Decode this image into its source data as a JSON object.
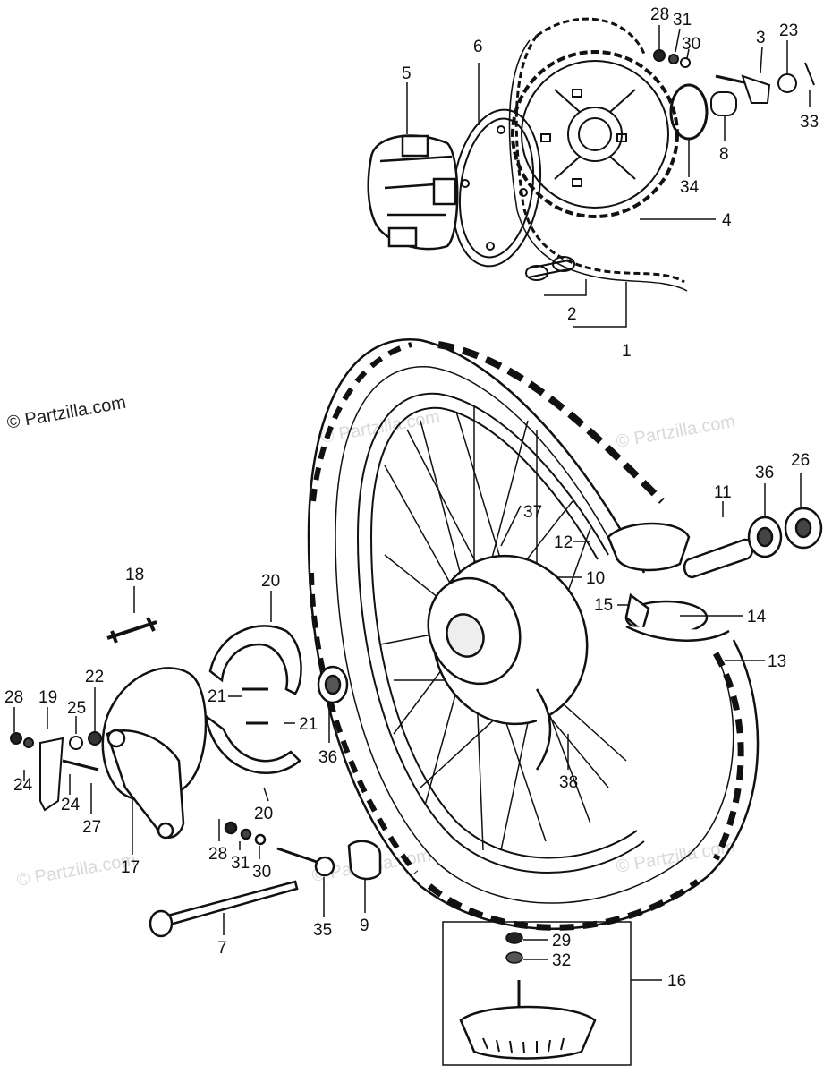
{
  "copyright": "© Partzilla.com",
  "watermark": "© Partzilla.com",
  "callouts": [
    {
      "n": "28"
    },
    {
      "n": "31"
    },
    {
      "n": "30"
    },
    {
      "n": "3"
    },
    {
      "n": "23"
    },
    {
      "n": "33"
    },
    {
      "n": "5"
    },
    {
      "n": "6"
    },
    {
      "n": "8"
    },
    {
      "n": "34"
    },
    {
      "n": "4"
    },
    {
      "n": "2"
    },
    {
      "n": "1"
    },
    {
      "n": "11"
    },
    {
      "n": "36"
    },
    {
      "n": "26"
    },
    {
      "n": "37"
    },
    {
      "n": "12"
    },
    {
      "n": "10"
    },
    {
      "n": "15"
    },
    {
      "n": "14"
    },
    {
      "n": "13"
    },
    {
      "n": "18"
    },
    {
      "n": "20"
    },
    {
      "n": "22"
    },
    {
      "n": "28"
    },
    {
      "n": "19"
    },
    {
      "n": "25"
    },
    {
      "n": "21"
    },
    {
      "n": "21"
    },
    {
      "n": "36"
    },
    {
      "n": "38"
    },
    {
      "n": "24"
    },
    {
      "n": "24"
    },
    {
      "n": "27"
    },
    {
      "n": "20"
    },
    {
      "n": "17"
    },
    {
      "n": "28"
    },
    {
      "n": "31"
    },
    {
      "n": "30"
    },
    {
      "n": "35"
    },
    {
      "n": "9"
    },
    {
      "n": "7"
    },
    {
      "n": "29"
    },
    {
      "n": "32"
    },
    {
      "n": "16"
    }
  ]
}
